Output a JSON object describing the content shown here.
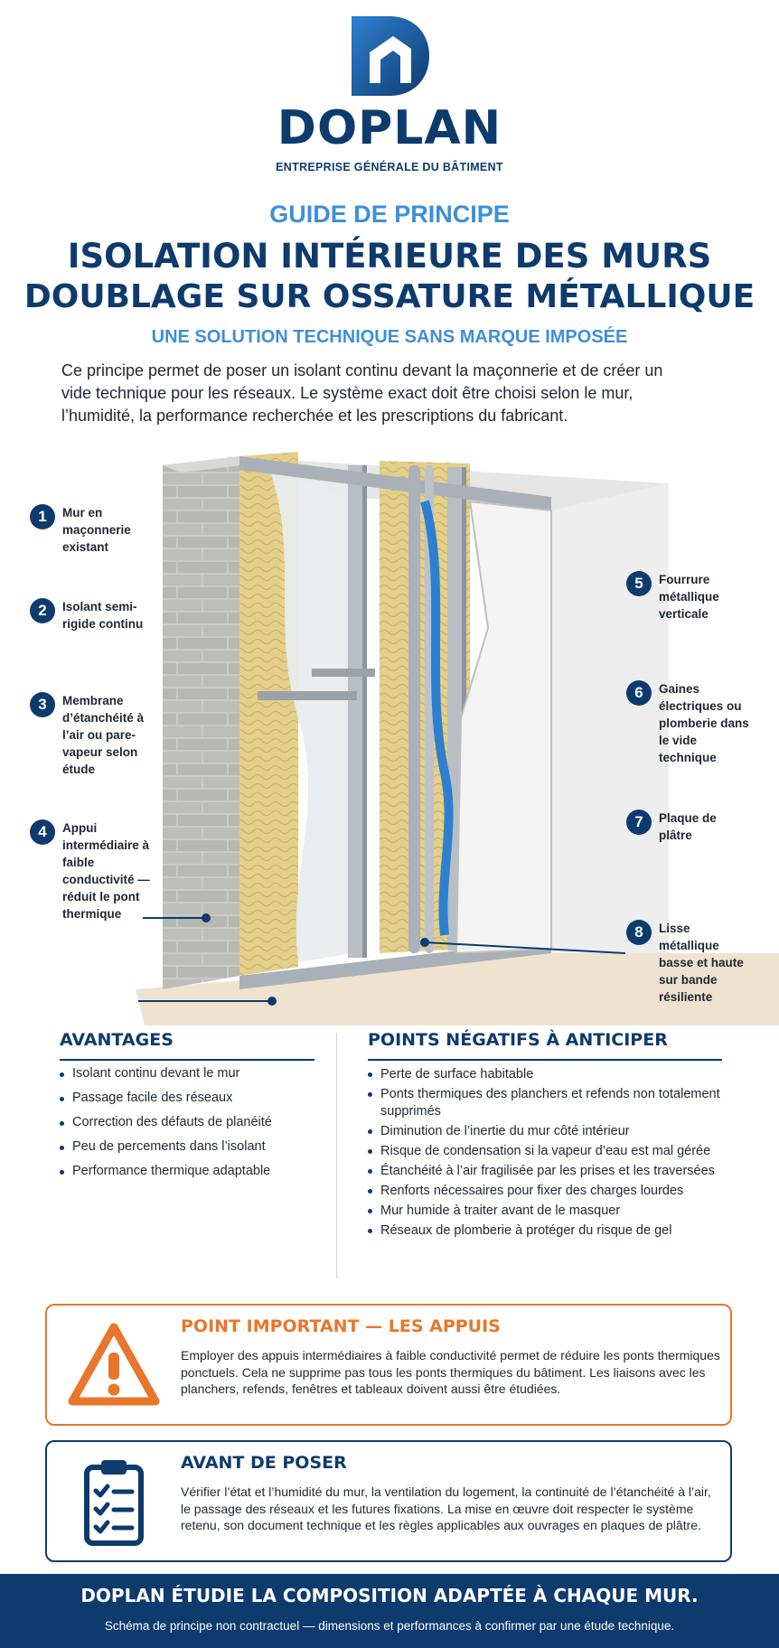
{
  "brand": {
    "name": "DOPLAN",
    "tagline": "ENTREPRISE GÉNÉRALE DU BÂTIMENT",
    "colors": {
      "primary": "#0d3b6e",
      "accent": "#3e8fd6",
      "warning": "#e8762b"
    }
  },
  "header": {
    "kicker": "GUIDE DE PRINCIPE",
    "title_line1": "ISOLATION INTÉRIEURE DES MURS",
    "title_line2": "DOUBLAGE SUR OSSATURE MÉTALLIQUE",
    "subtitle": "UNE SOLUTION TECHNIQUE SANS MARQUE IMPOSÉE",
    "intro": "Ce principe permet de poser un isolant continu devant la maçonnerie et de créer un vide technique pour les réseaux. Le système exact doit être choisi selon le mur, l’humidité, la performance recherchée et les prescriptions du fabricant."
  },
  "callouts": [
    {
      "num": "1",
      "label": "Mur en maçonnerie existant"
    },
    {
      "num": "2",
      "label": "Isolant semi-rigide continu"
    },
    {
      "num": "3",
      "label": "Membrane d’étanchéité à l’air ou pare-vapeur selon étude"
    },
    {
      "num": "4",
      "label": "Appui intermédiaire à faible conductivité — réduit le pont thermique"
    },
    {
      "num": "5",
      "label": "Fourrure métallique verticale"
    },
    {
      "num": "6",
      "label": "Gaines électriques ou plomberie dans le vide technique"
    },
    {
      "num": "7",
      "label": "Plaque de plâtre"
    },
    {
      "num": "8",
      "label": "Lisse métallique basse et haute sur bande résiliente"
    }
  ],
  "advantages": {
    "title": "AVANTAGES",
    "items": [
      "Isolant continu devant le mur",
      "Passage facile des réseaux",
      "Correction des défauts de planéité",
      "Peu de percements dans l’isolant",
      "Performance thermique adaptable"
    ]
  },
  "negatives": {
    "title": "POINTS NÉGATIFS À ANTICIPER",
    "items": [
      "Perte de surface habitable",
      "Ponts thermiques des planchers et refends non totalement supprimés",
      "Diminution de l’inertie du mur côté intérieur",
      "Risque de condensation si la vapeur d’eau est mal gérée",
      "Étanchéité à l’air fragilisée par les prises et les traversées",
      "Renforts nécessaires pour fixer des charges lourdes",
      "Mur humide à traiter avant de le masquer",
      "Réseaux de plomberie à protéger du risque de gel"
    ]
  },
  "important": {
    "title": "POINT IMPORTANT — LES APPUIS",
    "body": "Employer des appuis intermédiaires à faible conductivité permet de réduire les ponts thermiques ponctuels. Cela ne supprime pas tous les ponts thermiques du bâtiment. Les liaisons avec les planchers, refends, fenêtres et tableaux doivent aussi être étudiées.",
    "icon": "warning-triangle-icon"
  },
  "before": {
    "title": "AVANT DE POSER",
    "body": "Vérifier l’état et l’humidité du mur, la ventilation du logement, la continuité de l’étanchéité à l’air, le passage des réseaux et les futures fixations. La mise en œuvre doit respecter le système retenu, son document technique et les règles applicables aux ouvrages en plaques de plâtre.",
    "icon": "clipboard-checklist-icon"
  },
  "footer": {
    "main": "DOPLAN ÉTUDIE LA COMPOSITION ADAPTÉE À CHAQUE MUR.",
    "sub": "Schéma de principe non contractuel — dimensions et performances à confirmer par une étude technique."
  }
}
